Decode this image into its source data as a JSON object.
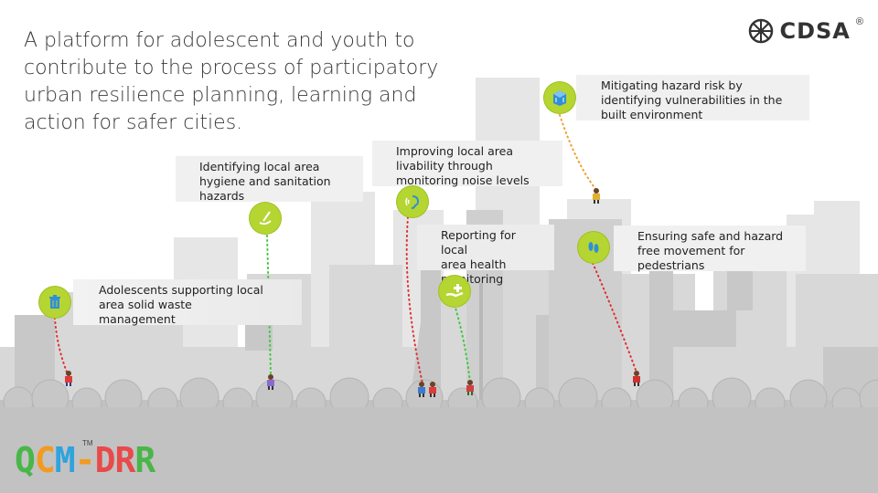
{
  "tagline": "A platform for adolescent and youth to\ncontribute to the process of participatory\nurban resilience planning, learning and\naction for safer cities.",
  "logo": {
    "text": "CDSA",
    "reg": "®",
    "icon": "wheel-icon"
  },
  "brand": {
    "q": "Q",
    "c": "C",
    "m": "M",
    "dash": "-",
    "d": "D",
    "r1": "R",
    "r2": "R",
    "tm": "TM"
  },
  "colors": {
    "accent": "#b5d532",
    "red_path": "#e03030",
    "green_path": "#3cc83c",
    "orange_path": "#f0a030",
    "ground": "#c2c2c2"
  },
  "callouts": [
    {
      "text": "Adolescents supporting local\narea solid waste\nmanagement",
      "icon": "trash-bin-icon"
    },
    {
      "text": "Identifying local area\nhygiene and sanitation\nhazards",
      "icon": "cleaning-icon"
    },
    {
      "text": "Improving local area\nlivability through\nmonitoring noise levels",
      "icon": "ear-sound-icon"
    },
    {
      "text": "Reporting  for local\narea health\nmonitoring",
      "icon": "hand-health-icon"
    },
    {
      "text": "Mitigating hazard risk by\nidentifying vulnerabilities in the\nbuilt environment",
      "icon": "building-icon"
    },
    {
      "text": "Ensuring safe and hazard\nfree movement for\npedestrians",
      "icon": "footprints-icon"
    }
  ]
}
